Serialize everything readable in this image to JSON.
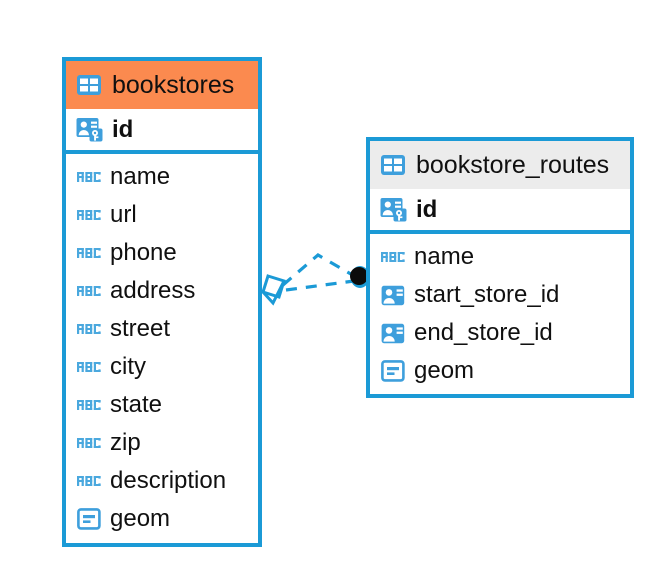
{
  "diagram": {
    "type": "entity-relationship-diagram",
    "background": "#ffffff",
    "accent_color": "#1b9ad6",
    "highlight_color": "#fb8a4f",
    "header_plain_color": "#ececec",
    "entities": [
      {
        "name": "bookstores",
        "header_style": "accent",
        "table_icon": "table-icon",
        "primary_key": {
          "label": "id",
          "icon": "primary-key-icon",
          "type": "key"
        },
        "fields": [
          {
            "label": "name",
            "icon": "text-field-icon",
            "type": "text"
          },
          {
            "label": "url",
            "icon": "text-field-icon",
            "type": "text"
          },
          {
            "label": "phone",
            "icon": "text-field-icon",
            "type": "text"
          },
          {
            "label": "address",
            "icon": "text-field-icon",
            "type": "text"
          },
          {
            "label": "street",
            "icon": "text-field-icon",
            "type": "text"
          },
          {
            "label": "city",
            "icon": "text-field-icon",
            "type": "text"
          },
          {
            "label": "state",
            "icon": "text-field-icon",
            "type": "text"
          },
          {
            "label": "zip",
            "icon": "text-field-icon",
            "type": "text"
          },
          {
            "label": "description",
            "icon": "text-field-icon",
            "type": "text"
          },
          {
            "label": "geom",
            "icon": "geometry-field-icon",
            "type": "geometry"
          }
        ]
      },
      {
        "name": "bookstore_routes",
        "header_style": "plain",
        "table_icon": "table-icon",
        "primary_key": {
          "label": "id",
          "icon": "primary-key-icon",
          "type": "key"
        },
        "fields": [
          {
            "label": "name",
            "icon": "text-field-icon",
            "type": "text"
          },
          {
            "label": "start_store_id",
            "icon": "foreign-key-icon",
            "type": "reference"
          },
          {
            "label": "end_store_id",
            "icon": "foreign-key-icon",
            "type": "reference"
          },
          {
            "label": "geom",
            "icon": "geometry-field-icon",
            "type": "geometry"
          }
        ]
      }
    ],
    "relationship": {
      "style": "dashed",
      "color": "#1b9ad6",
      "source_entity": "bookstores",
      "target_entity": "bookstore_routes",
      "source_marker": "rhombus-open-marker",
      "target_marker": "filled-dot-marker",
      "link_count": 2
    }
  }
}
